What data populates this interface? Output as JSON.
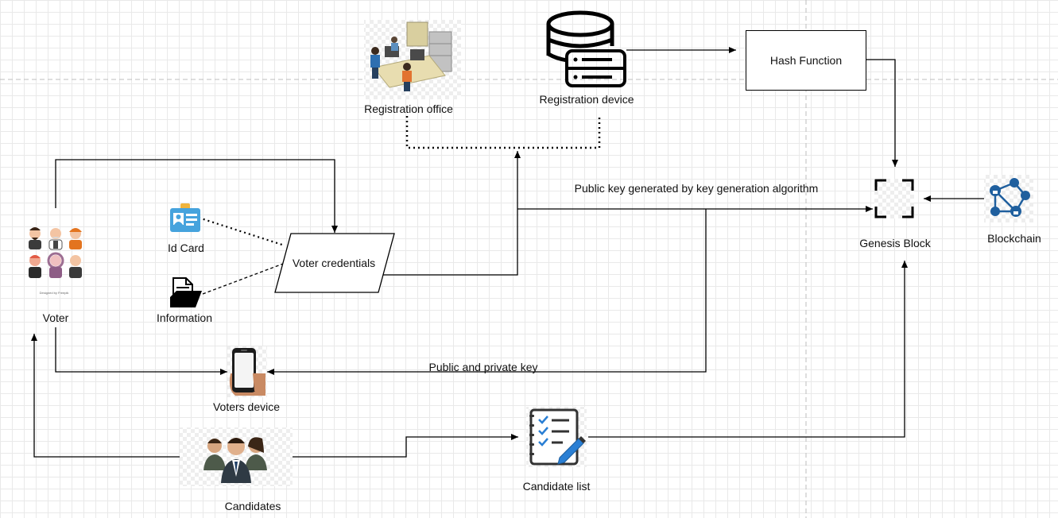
{
  "nodes": {
    "registration_office": "Registration office",
    "registration_device": "Registration device",
    "hash_function": "Hash Function",
    "genesis_block": "Genesis Block",
    "blockchain": "Blockchain",
    "voter": "Voter",
    "id_card": "Id Card",
    "information": "Information",
    "voter_credentials": "Voter credentials",
    "voters_device": "Voters device",
    "candidates": "Candidates",
    "candidate_list": "Candidate list"
  },
  "edges": {
    "public_key_label": "Public key generated by key generation algorithm",
    "public_private_label": "Public and private key"
  },
  "icons": {
    "registration_office": "office-workers-icon",
    "registration_device": "server-database-icon",
    "genesis_block": "block-frame-icon",
    "blockchain": "blockchain-network-icon",
    "voter": "people-group-icon",
    "id_card": "id-card-icon",
    "information": "folder-document-icon",
    "voters_device": "smartphone-icon",
    "candidates": "business-people-icon",
    "candidate_list": "checklist-icon"
  },
  "voter_icon_caption": "Designed by Freepik",
  "colors": {
    "line": "#000000",
    "accent": "#1f5f9e",
    "check": "#2a7fd4",
    "grid": "#e9e9e9"
  }
}
